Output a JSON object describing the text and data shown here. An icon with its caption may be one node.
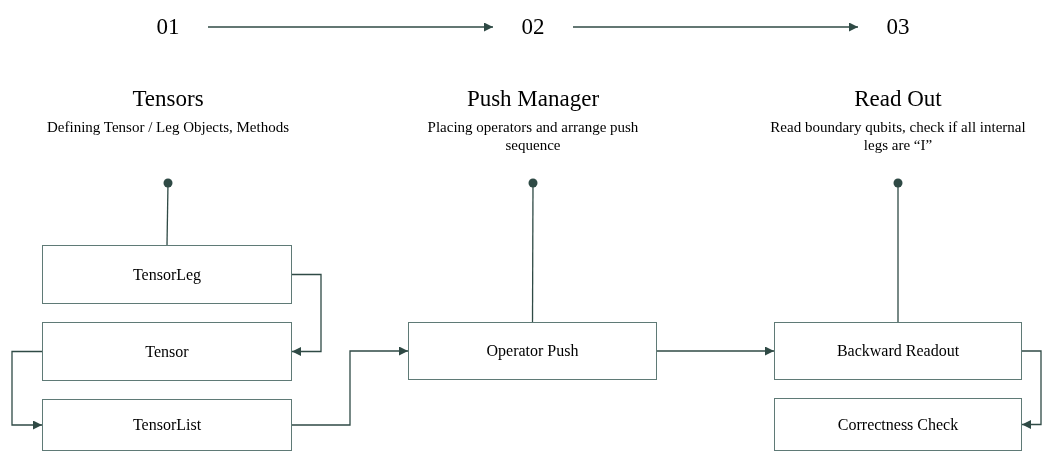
{
  "diagram": {
    "nodes": [
      {
        "text": [
          "01"
        ]
      },
      {
        "text": [
          "02"
        ]
      },
      {
        "text": [
          "03"
        ]
      },
      {
        "text": [
          "Tensors",
          "Defining Tensor / Leg Objects, Methods"
        ]
      },
      {
        "text": [
          "Push Manager",
          "Placing operators and arrange push sequence"
        ]
      },
      {
        "text": [
          "Read Out",
          "Read boundary qubits, check if all internal legs are “I”"
        ]
      },
      {
        "text": [
          "TensorLeg"
        ]
      },
      {
        "text": [
          "Tensor"
        ]
      },
      {
        "text": [
          "TensorList"
        ]
      },
      {
        "text": [
          "Operator Push"
        ]
      },
      {
        "text": [
          "Backward Readout"
        ]
      },
      {
        "text": [
          "Correctness Check"
        ]
      }
    ],
    "edges": [
      {
        "from": 0,
        "to": 1,
        "arrow": "to"
      },
      {
        "from": 1,
        "to": 2,
        "arrow": "to"
      },
      {
        "from": 3,
        "to": 6,
        "arrow": "other"
      },
      {
        "from": 4,
        "to": 9,
        "arrow": "other"
      },
      {
        "from": 5,
        "to": 10,
        "arrow": "other"
      },
      {
        "from": 6,
        "to": 7,
        "arrow": "to"
      },
      {
        "from": 7,
        "to": 8,
        "arrow": "to"
      },
      {
        "from": 8,
        "to": 9,
        "arrow": "to"
      },
      {
        "from": 9,
        "to": 10,
        "arrow": "to"
      },
      {
        "from": 10,
        "to": 11,
        "arrow": "to"
      }
    ]
  }
}
